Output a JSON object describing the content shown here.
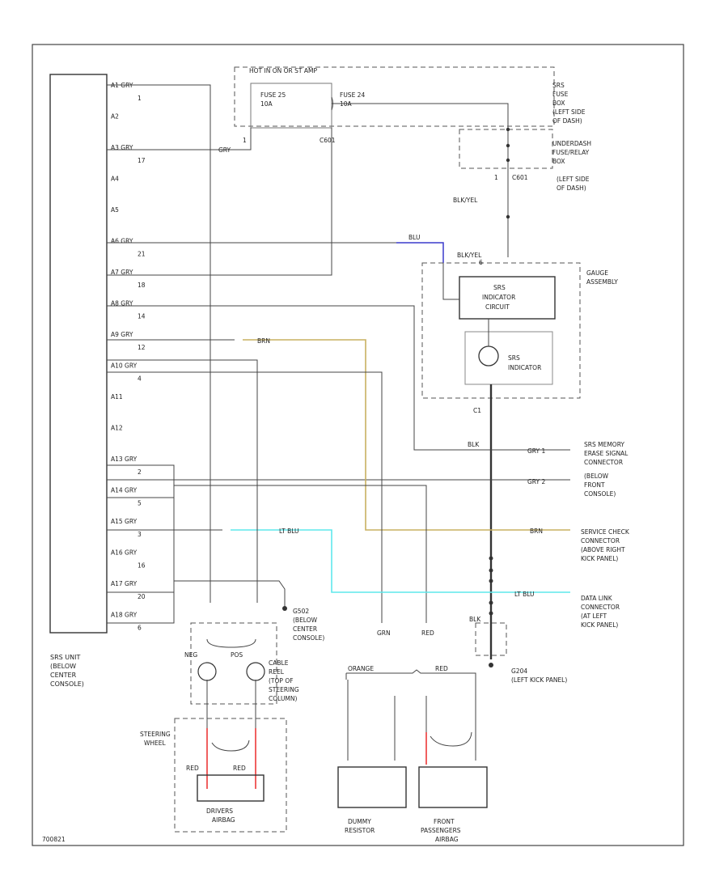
{
  "colors": {
    "ylw": "#c8b060",
    "ltblu": "#5fe8ec",
    "blu": "#3a3acc",
    "red": "#f06060"
  },
  "srs_unit": {
    "label": [
      "SRS UNIT",
      "(BELOW",
      "CENTER",
      "CONSOLE)"
    ],
    "pins": [
      {
        "pin": "A1",
        "wire": "GRY",
        "num": "1"
      },
      {
        "pin": "A2",
        "wire": "",
        "num": ""
      },
      {
        "pin": "A3",
        "wire": "GRY",
        "num": "17"
      },
      {
        "pin": "A4",
        "wire": "",
        "num": ""
      },
      {
        "pin": "A5",
        "wire": "",
        "num": ""
      },
      {
        "pin": "A6",
        "wire": "GRY",
        "num": "21"
      },
      {
        "pin": "A7",
        "wire": "GRY",
        "num": "18"
      },
      {
        "pin": "A8",
        "wire": "GRY",
        "num": "14"
      },
      {
        "pin": "A9",
        "wire": "GRY",
        "num": "12"
      },
      {
        "pin": "A10",
        "wire": "GRY",
        "num": "4"
      },
      {
        "pin": "A11",
        "wire": "",
        "num": ""
      },
      {
        "pin": "A12",
        "wire": "",
        "num": ""
      },
      {
        "pin": "A13",
        "wire": "GRY",
        "num": "2"
      },
      {
        "pin": "A14",
        "wire": "GRY",
        "num": "5"
      },
      {
        "pin": "A15",
        "wire": "GRY",
        "num": "3"
      },
      {
        "pin": "A16",
        "wire": "GRY",
        "num": "16"
      },
      {
        "pin": "A17",
        "wire": "GRY",
        "num": "20"
      },
      {
        "pin": "A18",
        "wire": "GRY",
        "num": "6"
      }
    ]
  },
  "fuse_box": {
    "header": "HOT IN ON OR ST AMP",
    "fuse25": [
      "FUSE 25",
      "10A"
    ],
    "fuse24": [
      "FUSE 24",
      "10A"
    ],
    "label": [
      "SRS",
      "FUSE",
      "BOX",
      "(LEFT SIDE",
      "OF DASH)"
    ]
  },
  "relay_box": {
    "label": [
      "UNDERDASH",
      "FUSE/RELAY",
      "BOX",
      "(LEFT SIDE",
      "OF DASH)"
    ],
    "c601_pin": "1",
    "c601": "C601"
  },
  "wires": {
    "gry": "GRY",
    "gry_pin": "1",
    "c601": "C601",
    "blk_yel_1": "BLK/YEL",
    "blk_yel_2": "BLK/YEL",
    "blu": "BLU",
    "brn": "BRN",
    "ltblu": "LT BLU",
    "blk": "BLK",
    "ltblu_2": "LT BLU",
    "brn_2": "BRN",
    "c1": "C1",
    "blk_2": "BLK",
    "red": "RED",
    "grn": "GRN",
    "orange": "ORANGE"
  },
  "gauge": {
    "label": [
      "GAUGE",
      "ASSEMBLY"
    ],
    "circuit": [
      "SRS",
      "INDICATOR",
      "CIRCUIT"
    ],
    "indicator": [
      "SRS",
      "INDICATOR"
    ],
    "pin": "6"
  },
  "connectors": {
    "memory": [
      "SRS MEMORY",
      "ERASE SIGNAL",
      "CONNECTOR",
      "(BELOW",
      "FRONT",
      "CONSOLE)"
    ],
    "memory_pin1": "GRY   1",
    "memory_pin2": "GRY   2",
    "service": [
      "SERVICE CHECK",
      "CONNECTOR",
      "(ABOVE RIGHT",
      "KICK PANEL)"
    ],
    "datalink": [
      "DATA LINK",
      "CONNECTOR",
      "(AT LEFT",
      "KICK PANEL)"
    ],
    "g502": [
      "G502",
      "(BELOW",
      "CENTER",
      "CONSOLE)"
    ],
    "g204": [
      "G204",
      "(LEFT KICK PANEL)"
    ]
  },
  "cable_reel": {
    "label": [
      "CABLE",
      "REEL",
      "(TOP OF",
      "STEERING",
      "COLUMN)"
    ],
    "neg": "NEG",
    "pos": "POS"
  },
  "steering_wheel": [
    "STEERING",
    "WHEEL"
  ],
  "drivers_airbag": [
    "DRIVERS",
    "AIRBAG"
  ],
  "dummy_resistor": [
    "DUMMY",
    "RESISTOR"
  ],
  "front_airbag": [
    "FRONT",
    "PASSENGERS",
    "AIRBAG"
  ],
  "footer": "700821"
}
